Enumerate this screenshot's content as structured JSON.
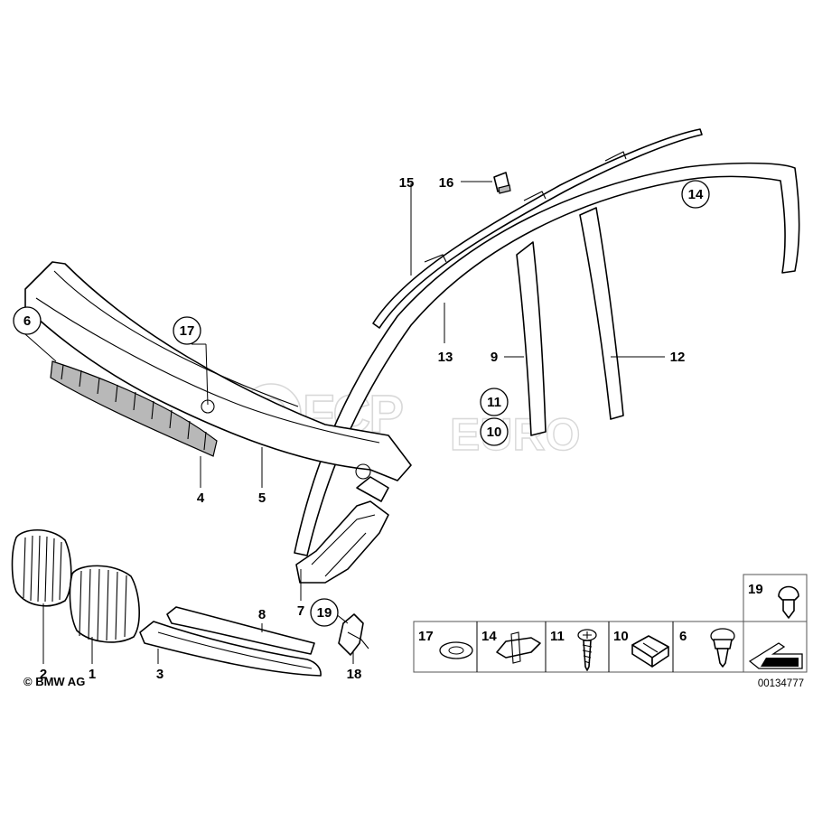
{
  "diagram": {
    "callouts": {
      "c1": "1",
      "c2": "2",
      "c3": "3",
      "c4": "4",
      "c5": "5",
      "c6": "6",
      "c7": "7",
      "c8": "8",
      "c9": "9",
      "c10": "10",
      "c11": "11",
      "c12": "12",
      "c13": "13",
      "c14": "14",
      "c15": "15",
      "c16": "16",
      "c17": "17",
      "c18": "18",
      "c19": "19"
    },
    "legend": {
      "l17": "17",
      "l14": "14",
      "l11": "11",
      "l10": "10",
      "l6": "6",
      "l19": "19"
    },
    "copyright": "© BMW AG",
    "doc_number": "00134777",
    "watermark": {
      "main": "FCP",
      "suffix": "EURO"
    }
  }
}
